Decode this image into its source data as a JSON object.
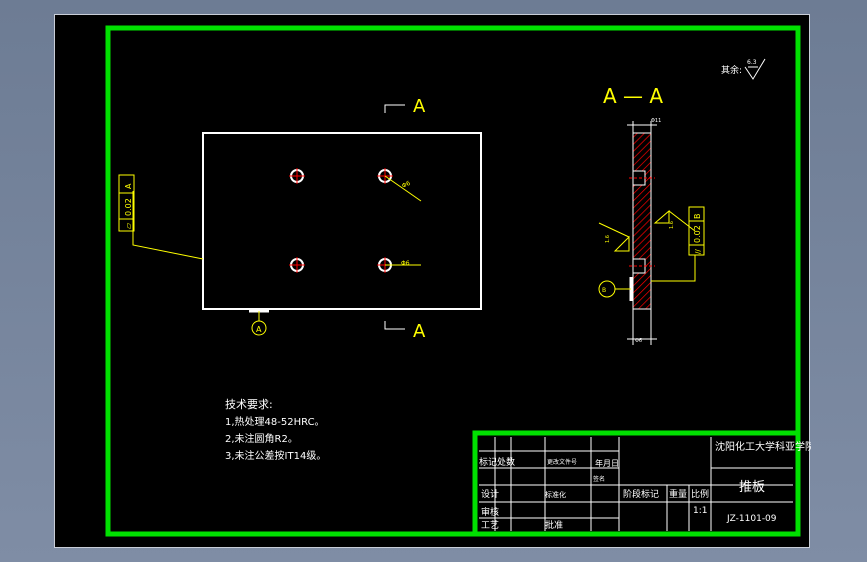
{
  "roughness": {
    "label": "其余:",
    "value": "6.3"
  },
  "section": {
    "title": "A — A",
    "marker": "A",
    "view_tag": "A",
    "surface_tag": "A"
  },
  "tolerances": {
    "flatness_left": {
      "symbol": "▱",
      "value": "0.02",
      "datum": "A"
    },
    "parallel_right": {
      "symbol": "//",
      "value": "0.02",
      "datum": "B"
    }
  },
  "dimensions": {
    "hole_dia": "Φ6",
    "thickness_top": "Φ11",
    "thickness_bottom": "Φ6",
    "section_tag": "B",
    "roughness_small": "1.6"
  },
  "tech_requirements": {
    "title": "技术要求:",
    "items": [
      "1,热处理48-52HRC。",
      "2,未注圆角R2。",
      "3,未注公差按IT14级。"
    ]
  },
  "title_block": {
    "school": "沈阳化工大学科亚学院",
    "part_name": "推板",
    "drawing_no": "JZ-1101-09",
    "scale": "1:1",
    "headers": {
      "mark": "标记",
      "count": "处数",
      "zone": "更改文件号",
      "signature": "签名",
      "date": "年月日",
      "stage_mark": "阶段标记",
      "weight": "重量",
      "ratio": "比例"
    },
    "rows": {
      "design": "设计",
      "standard": "标准化",
      "review": "审核",
      "process": "工艺",
      "approve": "批准"
    }
  },
  "colors": {
    "border": "#00e000",
    "line": "#ffffff",
    "annotation": "#ffff00",
    "hatch": "#ff0000",
    "center": "#ff0000"
  }
}
